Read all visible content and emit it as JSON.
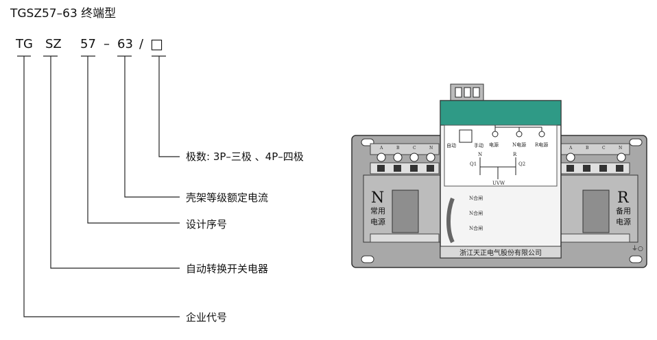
{
  "title": "TGSZ57–63 终端型",
  "model_code": {
    "p1": "TG",
    "p2": "SZ",
    "p3": "57",
    "dash": "–",
    "p4": "63",
    "slash": "/",
    "box": "□"
  },
  "legend": {
    "poles": "极数: 3P–三极 、4P–四极",
    "frame": "壳架等级额定电流",
    "design": "设计序号",
    "product": "自动转换开关电器",
    "company": "企业代号"
  },
  "device": {
    "left_letter": "N",
    "left_text_1": "常用",
    "left_text_2": "电源",
    "right_letter": "R",
    "right_text_1": "备用",
    "right_text_2": "电源",
    "nameplate": "浙江天正电气股份有限公司",
    "terminals_left": [
      "A",
      "B",
      "C",
      "N"
    ],
    "terminals_right": [
      "A",
      "B",
      "C",
      "N"
    ],
    "panel_n": "N",
    "panel_r": "R",
    "q1": "Q1",
    "q2": "Q2",
    "uvw": "UVW",
    "ind_1": "N合闸",
    "ind_2": "N合闸",
    "ind_3": "N合闸",
    "btn_auto": "自动",
    "btn_manual": "手动",
    "lamp_1": "电源",
    "lamp_2": "N电源",
    "lamp_3": "R电源",
    "ground": "⏚○"
  }
}
